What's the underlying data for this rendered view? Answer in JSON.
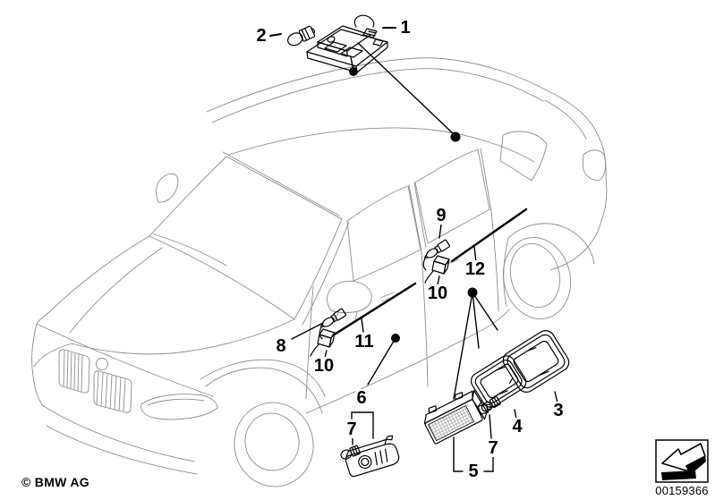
{
  "diagram": {
    "callouts": [
      {
        "id": "1",
        "label": "1"
      },
      {
        "id": "2",
        "label": "2"
      },
      {
        "id": "3",
        "label": "3"
      },
      {
        "id": "4",
        "label": "4"
      },
      {
        "id": "5",
        "label": "5"
      },
      {
        "id": "6",
        "label": "6"
      },
      {
        "id": "7-front-floor",
        "label": "7"
      },
      {
        "id": "7-luggage",
        "label": "7"
      },
      {
        "id": "8",
        "label": "8"
      },
      {
        "id": "9",
        "label": "9"
      },
      {
        "id": "10-front-door",
        "label": "10"
      },
      {
        "id": "10-rear-door",
        "label": "10"
      },
      {
        "id": "11",
        "label": "11"
      },
      {
        "id": "12",
        "label": "12"
      }
    ],
    "footer": {
      "copyright": "© BMW AG",
      "document_number": "00159366",
      "icon": "direction-arrow-down-left"
    },
    "colors": {
      "line_art": "#000000",
      "vehicle_outline": "#8c8c8c",
      "background": "#ffffff"
    }
  }
}
